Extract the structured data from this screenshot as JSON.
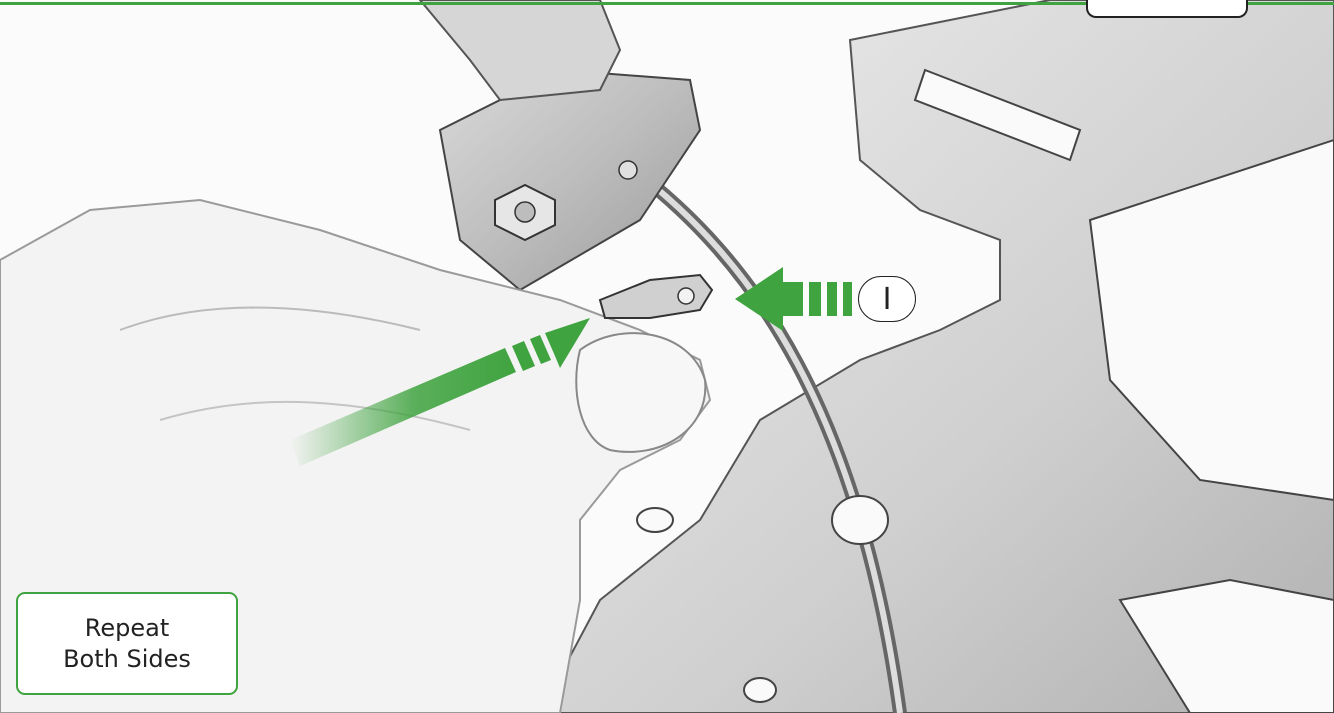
{
  "callout": {
    "line1": "Repeat",
    "line2": "Both Sides"
  },
  "badge": {
    "label": "I"
  },
  "colors": {
    "accent": "#3fa33f",
    "arrow": "#3fa33f",
    "line": "#222222"
  },
  "icons": {
    "insert_arrow": "arrow-right-up-icon",
    "push_arrow": "arrow-left-icon"
  }
}
